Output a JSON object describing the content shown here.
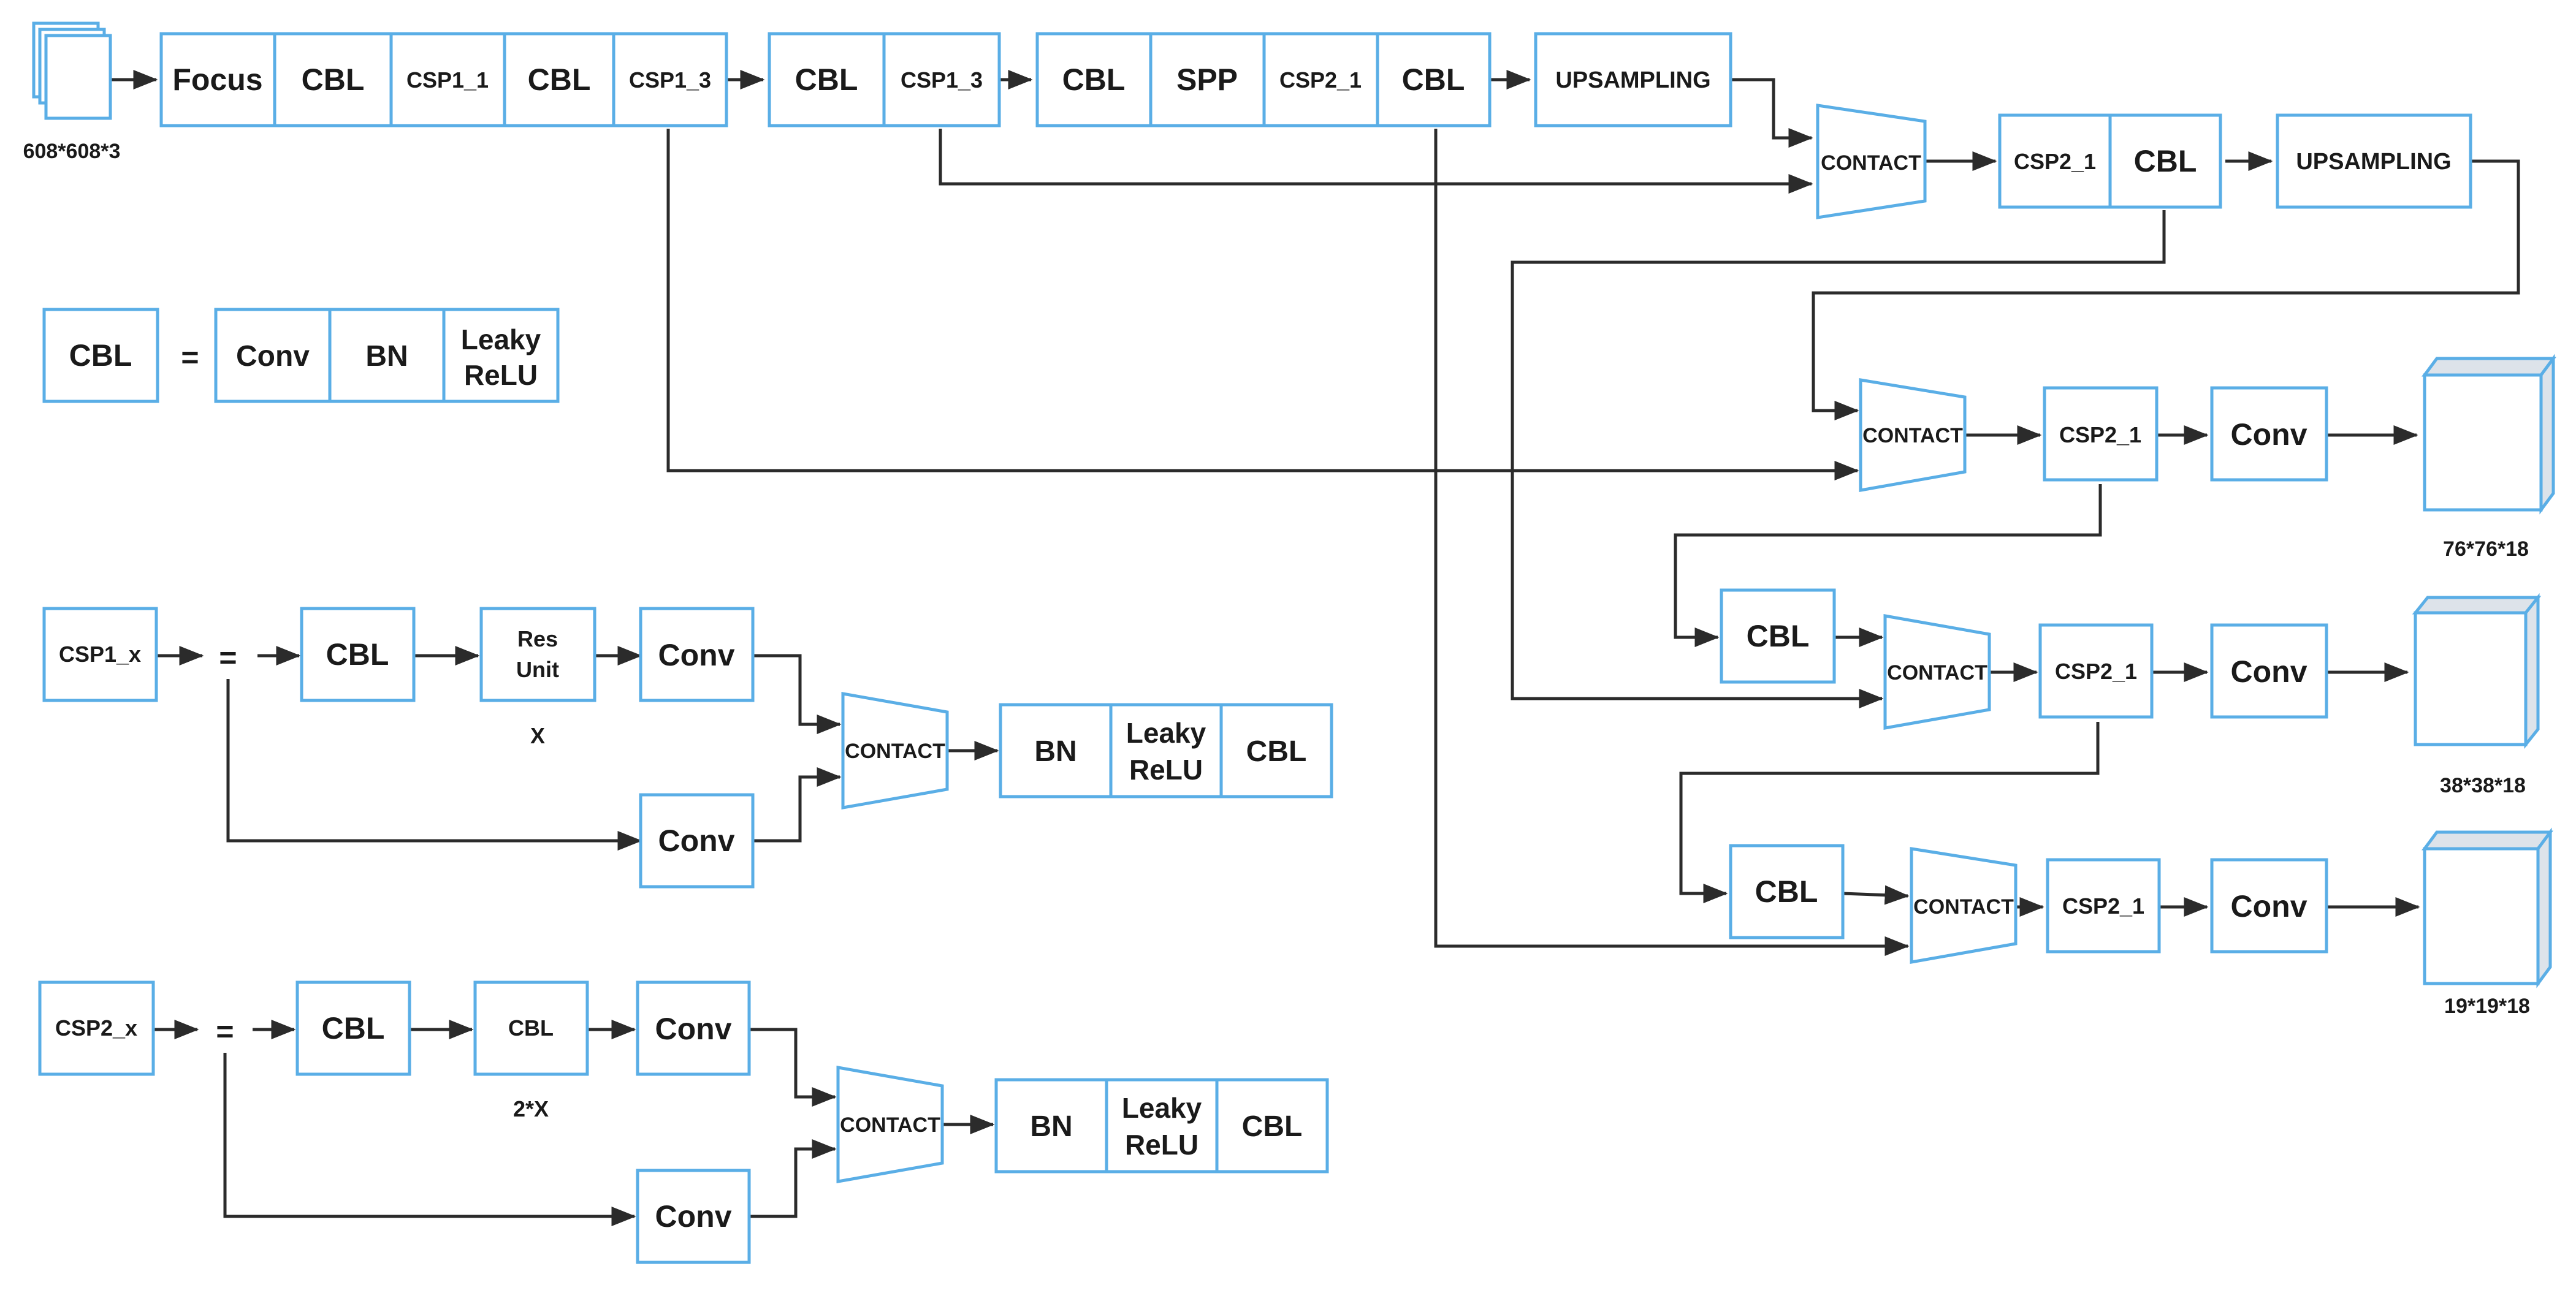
{
  "colors": {
    "box_stroke": "#5aaee6",
    "line": "#2b2b2b",
    "cube_side": "#dde3ea"
  },
  "input_size": "608*608*3",
  "backbone": {
    "focus": "Focus",
    "cbl_1": "CBL",
    "csp1_1": "CSP1_1",
    "cbl_2": "CBL",
    "csp1_3_a": "CSP1_3",
    "cbl_3": "CBL",
    "csp1_3_b": "CSP1_3",
    "cbl_4": "CBL",
    "spp": "SPP",
    "csp2_1": "CSP2_1",
    "cbl_5": "CBL",
    "upsampling_1": "UPSAMPLING"
  },
  "neck": {
    "contact_1": "CONTACT",
    "csp2_1_a": "CSP2_1",
    "cbl_a": "CBL",
    "upsampling_2": "UPSAMPLING",
    "contact_2": "CONTACT",
    "csp2_1_b": "CSP2_1",
    "conv_1": "Conv",
    "cbl_b": "CBL",
    "contact_3": "CONTACT",
    "csp2_1_c": "CSP2_1",
    "conv_2": "Conv",
    "cbl_c": "CBL",
    "contact_4": "CONTACT",
    "csp2_1_d": "CSP2_1",
    "conv_3": "Conv"
  },
  "outputs": {
    "out_76": "76*76*18",
    "out_38": "38*38*18",
    "out_19": "19*19*18"
  },
  "legend_cbl": {
    "cbl": "CBL",
    "equals": "=",
    "conv": "Conv",
    "bn": "BN",
    "leaky_1": "Leaky",
    "leaky_2": "ReLU"
  },
  "legend_csp1": {
    "name": "CSP1_x",
    "equals": "=",
    "cbl": "CBL",
    "res_1": "Res",
    "res_2": "Unit",
    "count": "X",
    "conv_top": "Conv",
    "conv_bottom": "Conv",
    "contact": "CONTACT",
    "bn": "BN",
    "leaky_1": "Leaky",
    "leaky_2": "ReLU",
    "cbl_end": "CBL"
  },
  "legend_csp2": {
    "name": "CSP2_x",
    "equals": "=",
    "cbl": "CBL",
    "cbl_inner": "CBL",
    "count": "2*X",
    "conv_top": "Conv",
    "conv_bottom": "Conv",
    "contact": "CONTACT",
    "bn": "BN",
    "leaky_1": "Leaky",
    "leaky_2": "ReLU",
    "cbl_end": "CBL"
  }
}
